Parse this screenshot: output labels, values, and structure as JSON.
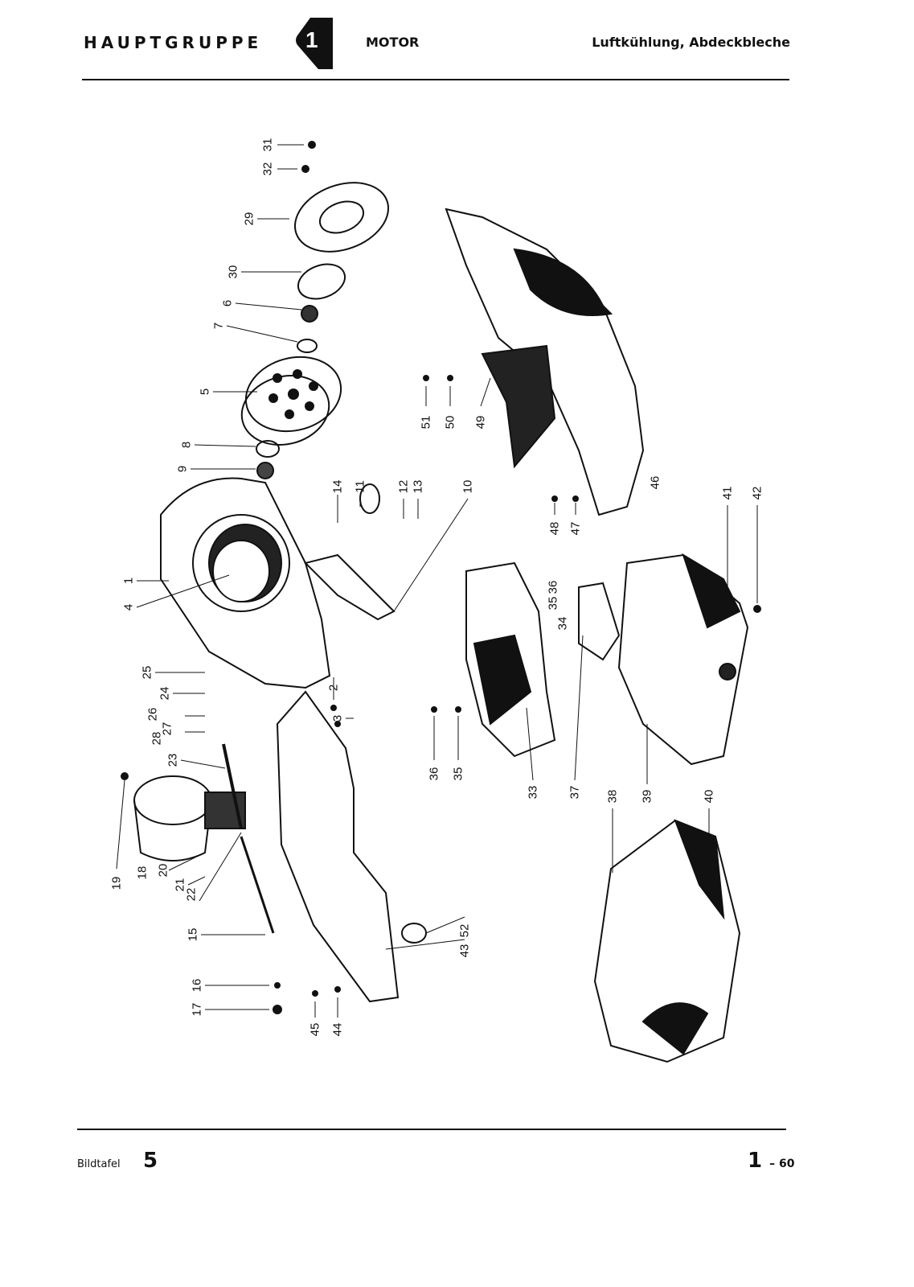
{
  "header": {
    "group_label": "HAUPTGRUPPE",
    "group_number": "1",
    "group_name": "MOTOR",
    "subtitle": "Luftkühlung, Abdeckbleche"
  },
  "diagram": {
    "part_numbers": [
      "31",
      "32",
      "29",
      "30",
      "6",
      "7",
      "5",
      "8",
      "9",
      "14",
      "11",
      "12",
      "13",
      "10",
      "1",
      "4",
      "25",
      "24",
      "26",
      "27",
      "28",
      "23",
      "19",
      "18",
      "20",
      "21",
      "22",
      "15",
      "16",
      "17",
      "2",
      "3",
      "45",
      "44",
      "43",
      "52",
      "36",
      "35",
      "33",
      "37",
      "38",
      "39",
      "40",
      "41",
      "42",
      "34",
      "35",
      "36",
      "51",
      "50",
      "49",
      "48",
      "47",
      "46"
    ]
  },
  "footer": {
    "plate_label": "Bildtafel",
    "plate_number": "5",
    "page_main": "1",
    "page_suffix": "– 60"
  }
}
